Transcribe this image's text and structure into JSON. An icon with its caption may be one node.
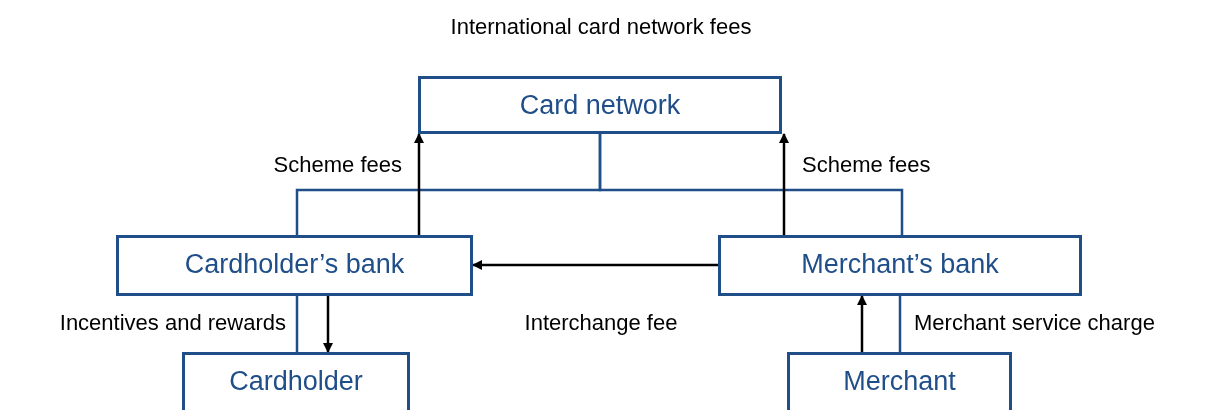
{
  "diagram": {
    "title": "International card network fees",
    "nodes": [
      {
        "text": [
          "Card network"
        ]
      },
      {
        "text": [
          "Cardholder’s bank"
        ]
      },
      {
        "text": [
          "Merchant’s bank"
        ]
      },
      {
        "text": [
          "Cardholder"
        ]
      },
      {
        "text": [
          "Merchant"
        ]
      }
    ],
    "edges": [
      {
        "from": 0,
        "to": 1,
        "arrow": "none",
        "color": "#1f4e89"
      },
      {
        "from": 0,
        "to": 2,
        "arrow": "none",
        "color": "#1f4e89"
      },
      {
        "from": 1,
        "to": 3,
        "arrow": "none",
        "color": "#1f4e89",
        "label": "Incentives and rewards"
      },
      {
        "from": 2,
        "to": 4,
        "arrow": "none",
        "color": "#1f4e89",
        "label": "Merchant service charge"
      },
      {
        "from": 1,
        "to": 0,
        "arrow": "to",
        "label": "Scheme fees"
      },
      {
        "from": 2,
        "to": 0,
        "arrow": "to",
        "label": "Scheme fees"
      },
      {
        "from": 2,
        "to": 1,
        "arrow": "to",
        "label": "Interchange fee"
      },
      {
        "from": 1,
        "to": 3,
        "arrow": "to"
      },
      {
        "from": 4,
        "to": 2,
        "arrow": "to"
      }
    ]
  }
}
